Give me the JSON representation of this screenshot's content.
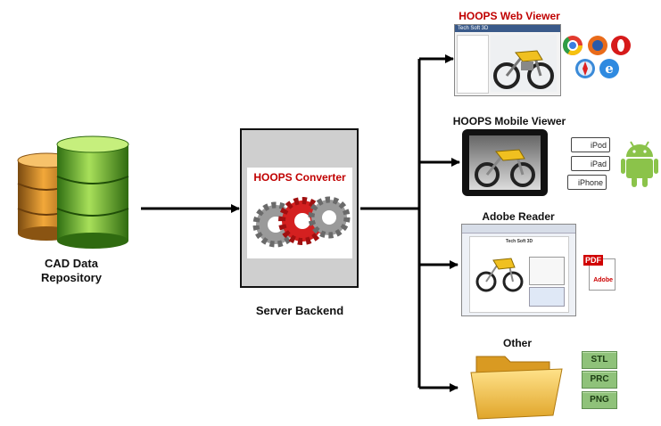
{
  "repository": {
    "label_line1": "CAD Data",
    "label_line2": "Repository"
  },
  "server": {
    "converter_title": "HOOPS Converter",
    "label": "Server Backend"
  },
  "outputs": {
    "web_viewer": {
      "title": "HOOPS Web Viewer",
      "window_title": "Tech Soft 3D"
    },
    "mobile_viewer": {
      "title": "HOOPS Mobile Viewer",
      "badges": [
        "iPod",
        "iPad",
        "iPhone"
      ]
    },
    "adobe_reader": {
      "title": "Adobe Reader",
      "doc_brand": "Tech Soft 3D",
      "pdf_icon_text": "PDF",
      "adobe_text": "Adobe"
    },
    "other": {
      "title": "Other",
      "formats": [
        "STL",
        "PRC",
        "PNG"
      ]
    }
  },
  "colors": {
    "title_red": "#c00000",
    "format_green": "#8fc27a",
    "gear_red": "#d42020",
    "gear_gray": "#8a8a8a"
  }
}
